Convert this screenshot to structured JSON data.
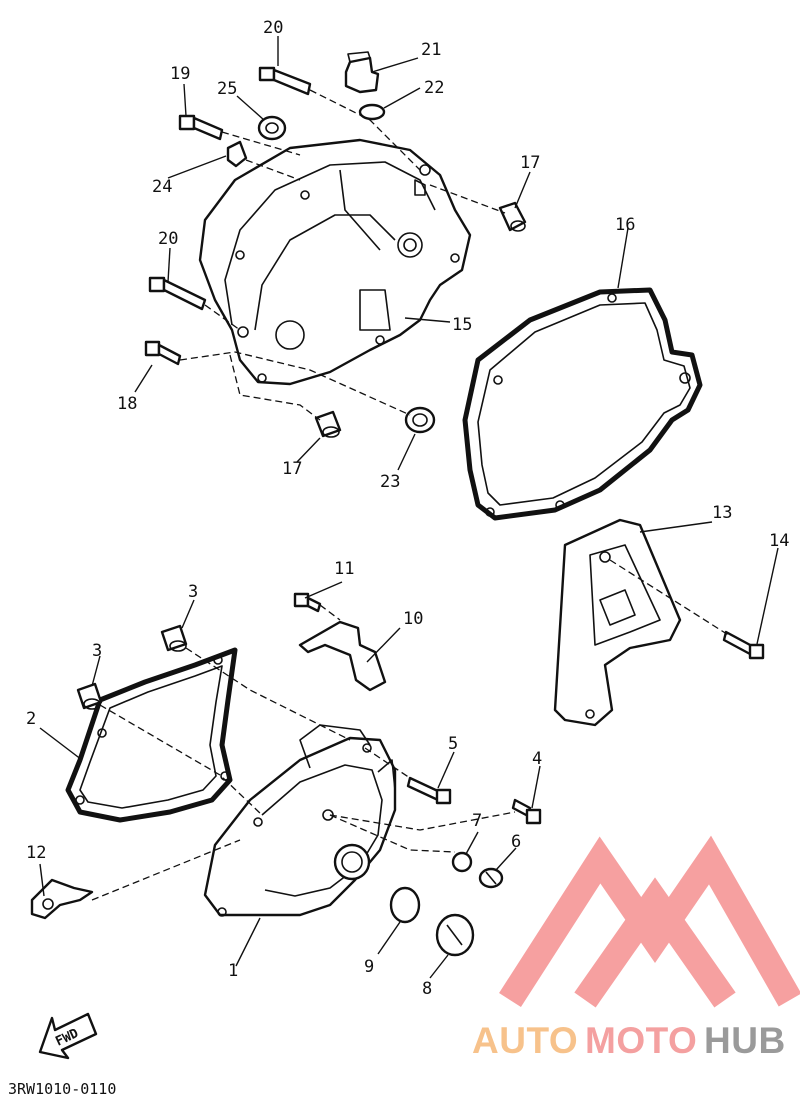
{
  "diagram_code": "3RW1010-0110",
  "fwd_arrow_label": "FWD",
  "watermark": {
    "word_auto": "AUTO",
    "word_moto": "MOTO",
    "word_hub": "HUB",
    "color_auto": "#f7c28b",
    "color_moto": "#f4a0a0",
    "color_hub": "#9a9a9a",
    "color_mark": "#f6a0a0"
  },
  "callouts": [
    {
      "id": "c1",
      "label": "1"
    },
    {
      "id": "c2",
      "label": "2"
    },
    {
      "id": "c3a",
      "label": "3"
    },
    {
      "id": "c3b",
      "label": "3"
    },
    {
      "id": "c4",
      "label": "4"
    },
    {
      "id": "c5",
      "label": "5"
    },
    {
      "id": "c6",
      "label": "6"
    },
    {
      "id": "c7",
      "label": "7"
    },
    {
      "id": "c8",
      "label": "8"
    },
    {
      "id": "c9",
      "label": "9"
    },
    {
      "id": "c10",
      "label": "10"
    },
    {
      "id": "c11",
      "label": "11"
    },
    {
      "id": "c12",
      "label": "12"
    },
    {
      "id": "c13",
      "label": "13"
    },
    {
      "id": "c14",
      "label": "14"
    },
    {
      "id": "c15",
      "label": "15"
    },
    {
      "id": "c16",
      "label": "16"
    },
    {
      "id": "c17a",
      "label": "17"
    },
    {
      "id": "c17b",
      "label": "17"
    },
    {
      "id": "c18",
      "label": "18"
    },
    {
      "id": "c19",
      "label": "19"
    },
    {
      "id": "c20a",
      "label": "20"
    },
    {
      "id": "c20b",
      "label": "20"
    },
    {
      "id": "c21",
      "label": "21"
    },
    {
      "id": "c22",
      "label": "22"
    },
    {
      "id": "c23",
      "label": "23"
    },
    {
      "id": "c24",
      "label": "24"
    },
    {
      "id": "c25",
      "label": "25"
    }
  ]
}
